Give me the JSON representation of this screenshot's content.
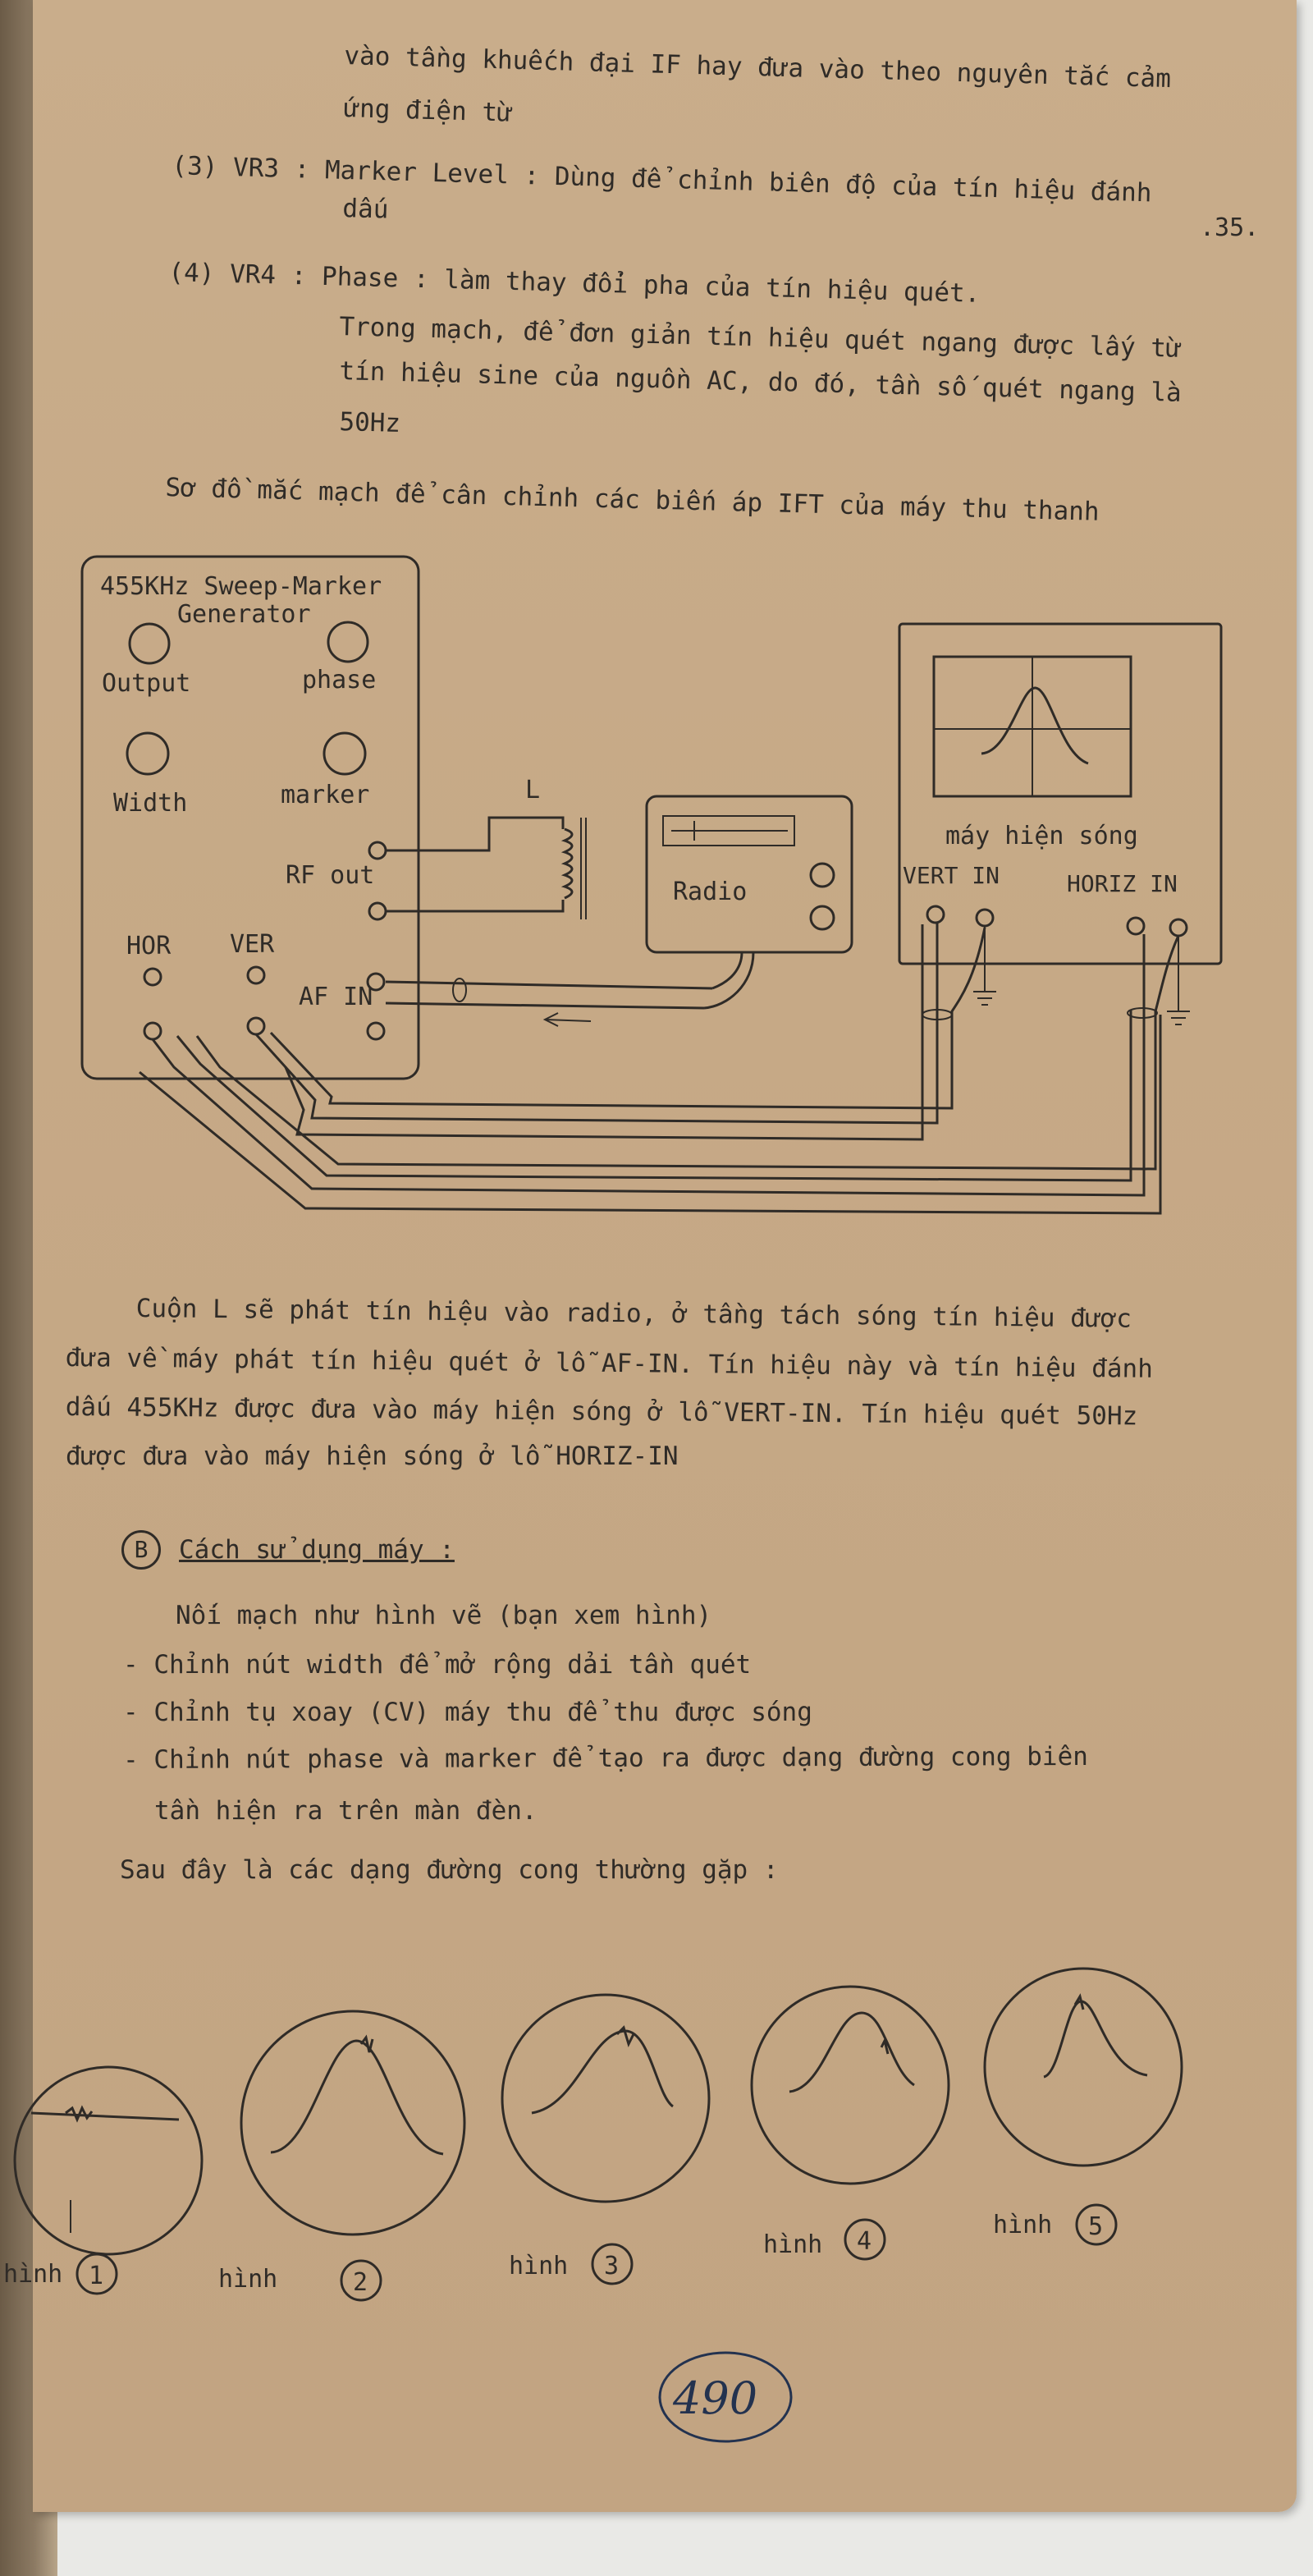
{
  "page": {
    "corner_number": ".35.",
    "page_number": "490"
  },
  "text": {
    "l1": "vào tầng khuếch đại IF hay đưa vào theo nguyên tắc cảm",
    "l2": "ứng điện từ",
    "l3": "(3) VR3 : Marker Level : Dùng để chỉnh biên độ của tín hiệu đánh",
    "l4": "dấu",
    "l5": "(4) VR4 : Phase : làm thay đổi pha của tín hiệu quét.",
    "l6": "Trong mạch, để đơn giản tín hiệu quét ngang được lấy từ",
    "l7": "tín hiệu sine của nguồn AC, do đó, tần số quét ngang là",
    "l8": "50Hz",
    "l9": "Sơ đồ mắc mạch để cân chỉnh các biến áp IFT của máy thu thanh",
    "p1": "Cuộn L  sẽ phát tín hiệu vào radio, ở tầng tách sóng tín hiệu được",
    "p2": "đưa về máy phát tín hiệu quét ở lỗ AF-IN. Tín hiệu này và tín hiệu đánh",
    "p3": "dấu 455KHz được đưa vào máy hiện sóng ở lỗ VERT-IN. Tín hiệu quét 50Hz",
    "p4": "được đưa vào máy hiện sóng ở lỗ HORIZ-IN",
    "b_circle": "B",
    "b_heading": "Cách sử dụng máy :",
    "s1": "Nối mạch như hình vẽ (bạn xem hình)",
    "s2": "- Chỉnh nút width để mở rộng dải tần quét",
    "s3": "- Chỉnh tụ xoay (CV) máy thu để thu được sóng",
    "s4": "- Chỉnh nút phase và marker để tạo ra được dạng đường cong biên",
    "s5": "tần hiện ra trên màn đèn.",
    "s6": "Sau đây là các dạng đường cong thường gặp :"
  },
  "diagram": {
    "generator_title_1": "455KHz Sweep-Marker",
    "generator_title_2": "Generator",
    "output": "Output",
    "phase": "phase",
    "width": "Width",
    "marker": "marker",
    "rf_out": "RF out",
    "hor": "HOR",
    "ver": "VER",
    "af_in": "AF IN",
    "coil": "L",
    "radio": "Radio",
    "scope": "máy hiện sóng",
    "vert_in": "VERT IN",
    "horiz_in": "HORIZ IN"
  },
  "figures": {
    "word": "hình",
    "items": [
      "1",
      "2",
      "3",
      "4",
      "5"
    ]
  }
}
